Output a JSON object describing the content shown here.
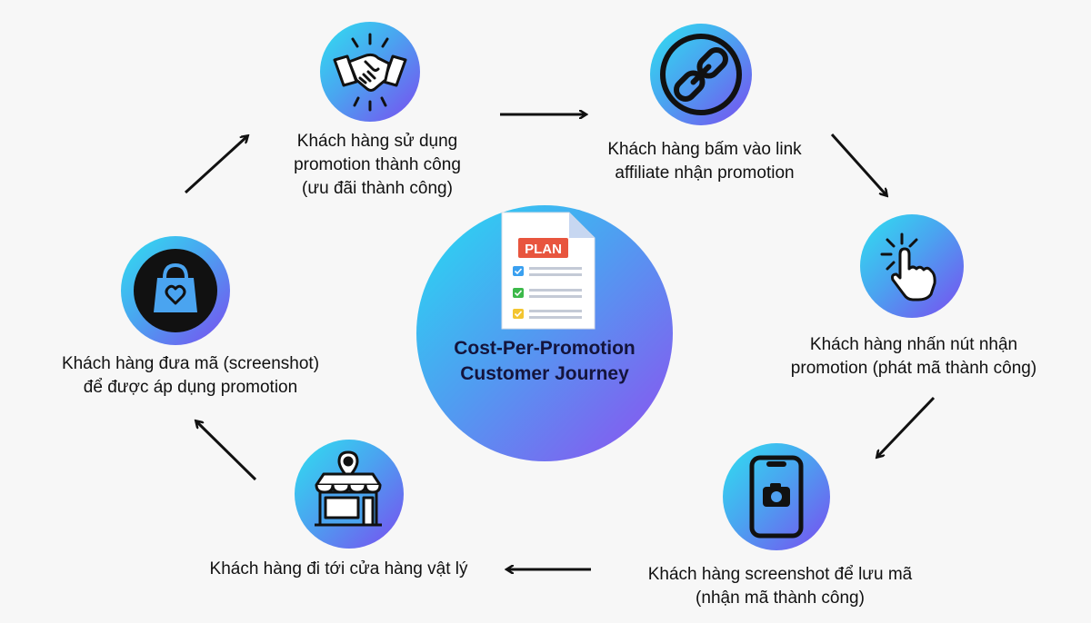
{
  "center": {
    "title_line1": "Cost-Per-Promotion",
    "title_line2": "Customer Journey",
    "doc_badge": "PLAN",
    "doc_icon": "plan-document-icon",
    "check_colors": [
      "#3aa0f0",
      "#3cb94a",
      "#f3c530"
    ]
  },
  "steps": [
    {
      "icon": "handshake-icon",
      "line1": "Khách hàng sử dụng",
      "line2": "promotion thành công",
      "line3": "(ưu đãi thành công)"
    },
    {
      "icon": "link-icon",
      "line1": "Khách hàng bấm vào link",
      "line2": "affiliate nhận promotion"
    },
    {
      "icon": "click-hand-icon",
      "line1": "Khách hàng nhấn nút nhận",
      "line2": "promotion (phát mã thành công)"
    },
    {
      "icon": "phone-camera-icon",
      "line1": "Khách hàng screenshot để lưu mã",
      "line2": "(nhận mã thành công)"
    },
    {
      "icon": "store-location-icon",
      "line1": "Khách hàng đi tới cửa hàng vật lý"
    },
    {
      "icon": "shopping-bag-heart-icon",
      "line1": "Khách hàng đưa mã (screenshot)",
      "line2": "để được áp dụng promotion"
    }
  ],
  "colors": {
    "gradient_start": "#2fe0f0",
    "gradient_end": "#7a4cf0",
    "arrow": "#111111",
    "badge_red": "#e8553e"
  }
}
